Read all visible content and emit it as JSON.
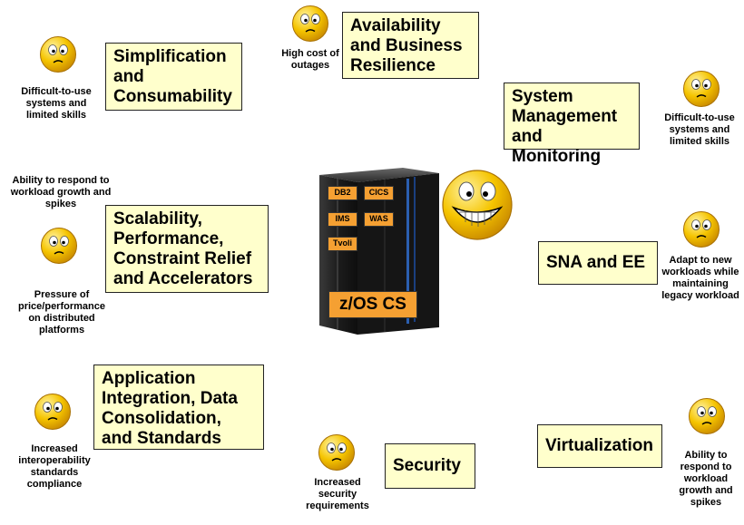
{
  "center": {
    "tags": [
      "DB2",
      "CICS",
      "IMS",
      "WAS",
      "Tvoli"
    ],
    "platform_label": "z/OS CS"
  },
  "themes": {
    "simplification": "Simplification and Consumability",
    "availability": "Availability and Business Resilience",
    "system_mgmt": "System Management and Monitoring",
    "scalability": "Scalability, Performance, Constraint Relief and Accelerators",
    "sna": "SNA and EE",
    "app_integration": "Application Integration, Data Consolidation, and Standards",
    "security": "Security",
    "virtualization": "Virtualization"
  },
  "concerns": {
    "c1": "Difficult-to-use systems and limited skills",
    "c2": "High cost of outages",
    "c3": "Difficult-to-use systems and limited skills",
    "c4": "Ability to respond to workload growth and spikes",
    "c5": "Pressure of price/performance on distributed platforms",
    "c6": "Adapt to new workloads while maintaining legacy workload",
    "c7": "Increased interoperability standards compliance",
    "c8": "Increased security requirements",
    "c9": "Ability to respond to workload growth and spikes"
  },
  "colors": {
    "theme_box_fill": "#ffffcc",
    "tag_fill": "#f5a032",
    "smiley_fill": "#f7c400"
  }
}
